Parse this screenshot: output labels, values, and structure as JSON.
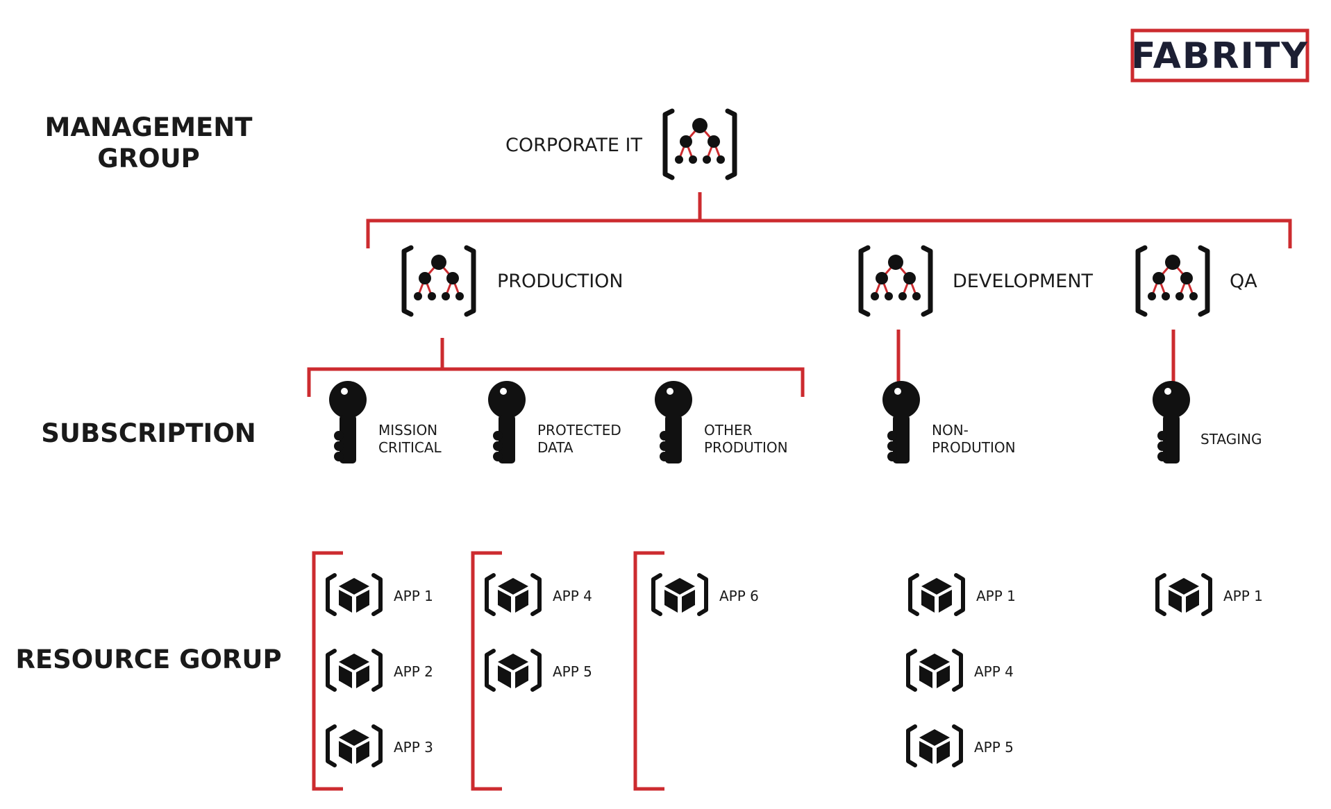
{
  "logo": {
    "text": "FABRITY"
  },
  "row_labels": {
    "management_line1": "MANAGEMENT",
    "management_line2": "GROUP",
    "subscription": "SUBSCRIPTION",
    "resource": "RESOURCE GORUP"
  },
  "management_groups": {
    "root": "CORPORATE IT",
    "production": "PRODUCTION",
    "development": "DEVELOPMENT",
    "qa": "QA"
  },
  "subscriptions": {
    "mission_critical": {
      "line1": "MISSION",
      "line2": "CRITICAL"
    },
    "protected_data": {
      "line1": "PROTECTED",
      "line2": "DATA"
    },
    "other_prodution": {
      "line1": "OTHER",
      "line2": "PRODUTION"
    },
    "non_prodution": {
      "line1": "NON-",
      "line2": "PRODUTION"
    },
    "staging": {
      "line1": "STAGING"
    }
  },
  "resource_groups": {
    "mission_critical": [
      "APP 1",
      "APP 2",
      "APP 3"
    ],
    "protected_data": [
      "APP 4",
      "APP 5"
    ],
    "other_prodution": [
      "APP 6"
    ],
    "non_prodution": [
      "APP 1",
      "APP 4",
      "APP 5"
    ],
    "staging": [
      "APP 1"
    ]
  },
  "icons": {
    "management_group": "hierarchy-bracket-icon",
    "subscription": "key-icon",
    "resource_group": "cube-bracket-icon"
  },
  "colors": {
    "accent": "#cc2b2f",
    "ink": "#111111",
    "logo_text": "#1c1f33"
  }
}
